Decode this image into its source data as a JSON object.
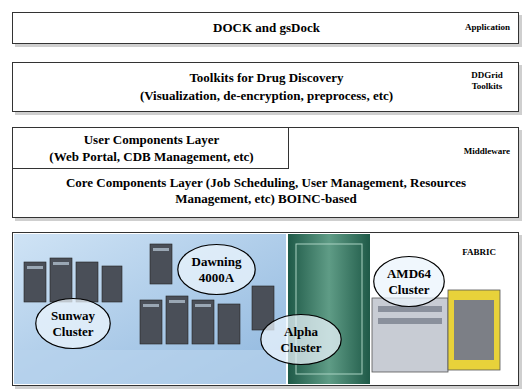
{
  "diagram": {
    "nodes": [
      {
        "text": [
          "DOCK and gsDock",
          "Application"
        ]
      },
      {
        "text": [
          "Toolkits for Drug Discovery",
          "(Visualization, de-encryption, preprocess, etc)",
          "DDGrid Toolkits"
        ]
      },
      {
        "text": [
          "Middleware",
          "Core Components Layer (Job Scheduling, User Management, Resources Management, etc) BOINC-based"
        ]
      },
      {
        "text": [
          "User Components Layer",
          "(Web Portal, CDB Management, etc)"
        ],
        "in": 2
      },
      {
        "text": [
          "FABRIC"
        ]
      },
      {
        "text": [
          "Sunway Cluster"
        ],
        "in": 4
      },
      {
        "text": [
          "Dawning 4000A"
        ],
        "in": 4
      },
      {
        "text": [
          "Alpha Cluster"
        ],
        "in": 4
      },
      {
        "text": [
          "AMD64 Cluster"
        ],
        "in": 4
      }
    ]
  }
}
